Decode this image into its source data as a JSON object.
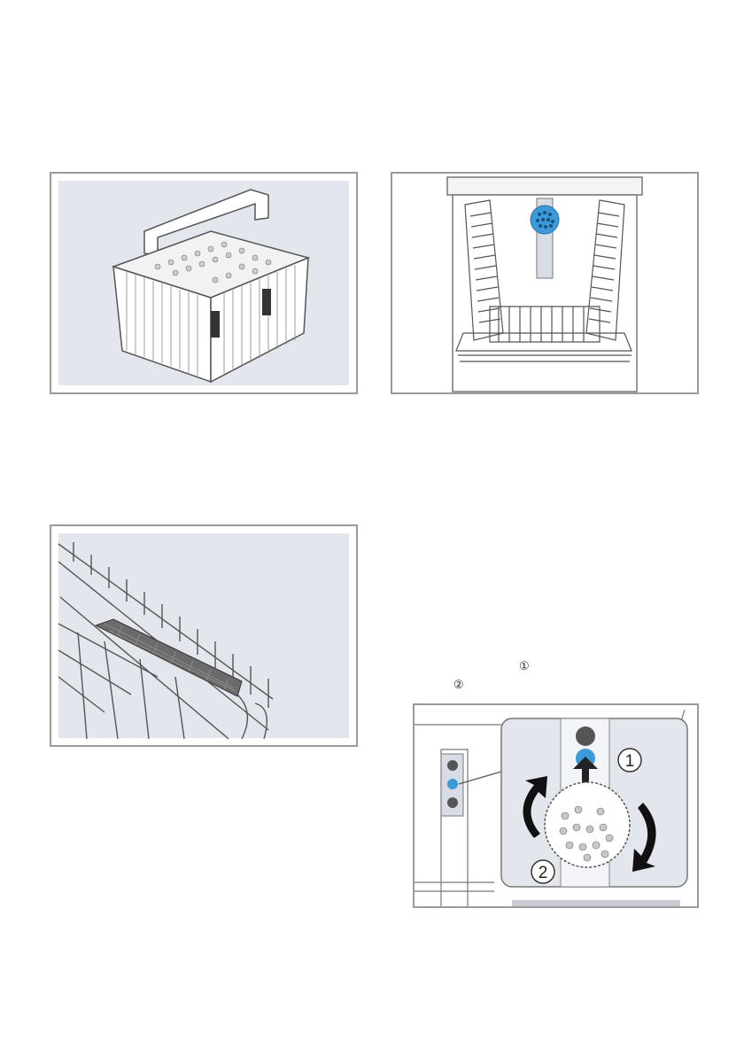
{
  "figures": {
    "cutlery_basket": {
      "icon": "cutlery-basket"
    },
    "lower_rack": {
      "icon": "dishwasher-rack-spray-arm"
    },
    "knife_rack": {
      "icon": "wire-rack-shelf"
    },
    "spray_head": {
      "icon": "spray-head-removal",
      "label_1": "1",
      "label_2": "2"
    }
  },
  "text_markers": {
    "marker_1": "①",
    "marker_2": "②"
  }
}
